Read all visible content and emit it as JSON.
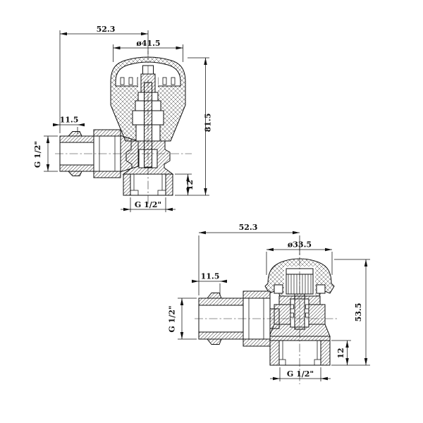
{
  "canvas": {
    "background": "#ffffff",
    "line_color": "#111111",
    "hatch_color": "#444444"
  },
  "valve_top": {
    "dims": {
      "total_width": "52.3",
      "head_diameter": "ø41.5",
      "tail_length": "11.5",
      "inlet_thread": "G 1/2\"",
      "total_height": "81.5",
      "outlet_nut_height": "12",
      "outlet_thread": "G 1/2\""
    }
  },
  "valve_bottom": {
    "dims": {
      "total_width": "52.3",
      "head_diameter": "ø33.5",
      "tail_length": "11.5",
      "inlet_thread": "G 1/2\"",
      "total_height": "53.5",
      "outlet_nut_height": "12",
      "outlet_thread": "G 1/2\""
    }
  }
}
